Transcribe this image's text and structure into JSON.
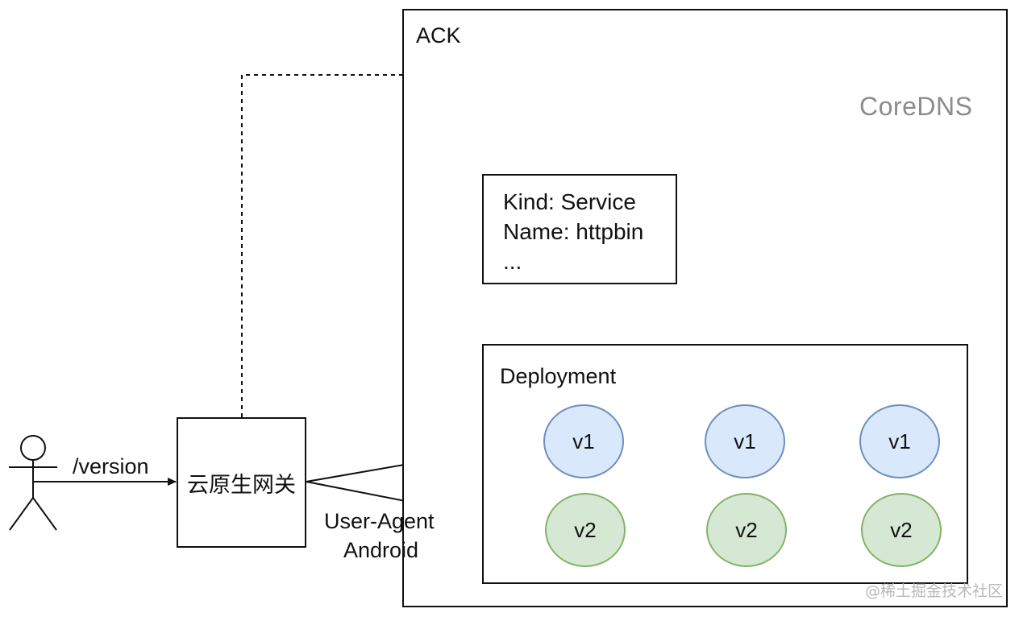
{
  "cluster": {
    "label": "ACK"
  },
  "coredns": {
    "label_core": "Core",
    "label_dns": "DNS",
    "colors": {
      "purple": "#7a3ca8",
      "text_gray": "#8c8c8c"
    }
  },
  "k8s": {
    "icon": "kubernetes-icon",
    "color": "#326ce5"
  },
  "service": {
    "lines": [
      "Kind: Service",
      "Name: httpbin",
      "..."
    ]
  },
  "deployment": {
    "label": "Deployment",
    "pods": [
      {
        "version": "v1"
      },
      {
        "version": "v1"
      },
      {
        "version": "v1"
      },
      {
        "version": "v2"
      },
      {
        "version": "v2"
      },
      {
        "version": "v2"
      }
    ],
    "colors": {
      "v1_fill": "#dae8fc",
      "v1_stroke": "#6c8ebf",
      "v2_fill": "#d5e8d4",
      "v2_stroke": "#82b366"
    }
  },
  "gateway": {
    "label": "云原生网关"
  },
  "user": {
    "icon": "user-actor-icon"
  },
  "edges": {
    "request_path": "/version",
    "header_key": "User-Agent",
    "header_value": "Android"
  },
  "watermark": "@稀土掘金技术社区"
}
